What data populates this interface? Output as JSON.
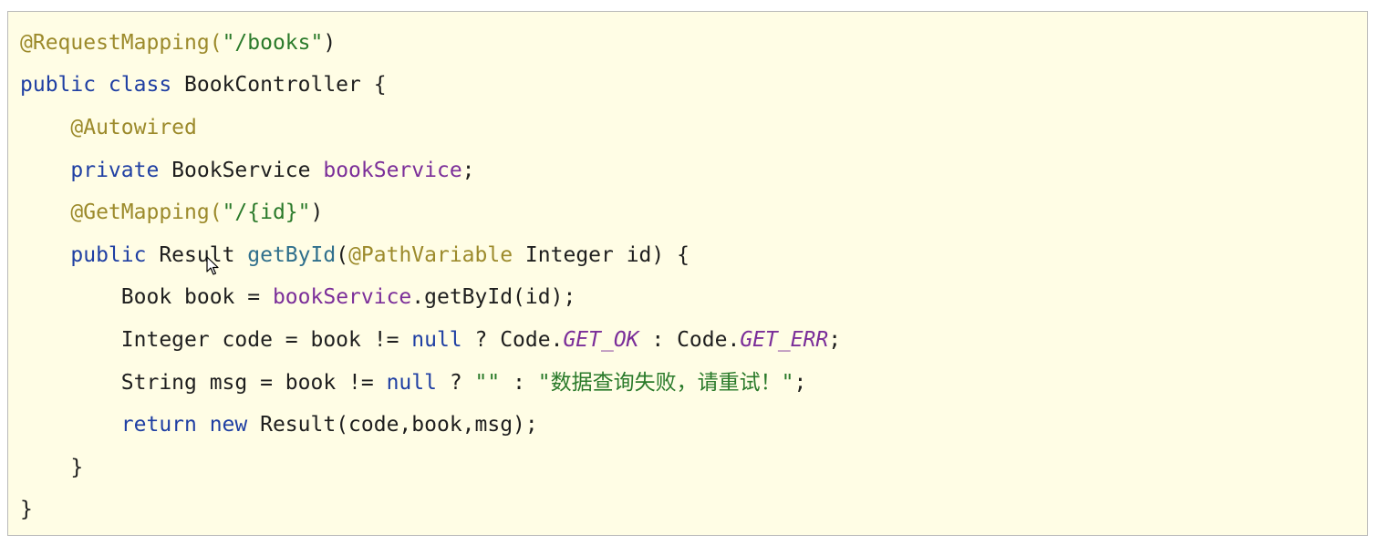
{
  "code": {
    "lines": [
      [
        {
          "t": "@RequestMapping(",
          "c": "ann"
        },
        {
          "t": "\"/books\"",
          "c": "str"
        },
        {
          "t": ")",
          "c": "plain"
        }
      ],
      [
        {
          "t": "public class",
          "c": "kw"
        },
        {
          "t": " BookController {",
          "c": "plain"
        }
      ],
      [
        {
          "t": "    ",
          "c": "plain"
        },
        {
          "t": "@Autowired",
          "c": "ann"
        }
      ],
      [
        {
          "t": "    ",
          "c": "plain"
        },
        {
          "t": "private",
          "c": "kw"
        },
        {
          "t": " BookService ",
          "c": "plain"
        },
        {
          "t": "bookService",
          "c": "fld"
        },
        {
          "t": ";",
          "c": "plain"
        }
      ],
      [
        {
          "t": "    ",
          "c": "plain"
        },
        {
          "t": "@GetMapping(",
          "c": "ann"
        },
        {
          "t": "\"/{id}\"",
          "c": "str"
        },
        {
          "t": ")",
          "c": "plain"
        }
      ],
      [
        {
          "t": "    ",
          "c": "plain"
        },
        {
          "t": "public",
          "c": "kw"
        },
        {
          "t": " Result ",
          "c": "plain"
        },
        {
          "t": "getById",
          "c": "meth"
        },
        {
          "t": "(",
          "c": "plain"
        },
        {
          "t": "@PathVariable",
          "c": "ann"
        },
        {
          "t": " Integer id) {",
          "c": "plain"
        }
      ],
      [
        {
          "t": "        Book book = ",
          "c": "plain"
        },
        {
          "t": "bookService",
          "c": "fld"
        },
        {
          "t": ".getById(id);",
          "c": "plain"
        }
      ],
      [
        {
          "t": "        Integer code = book != ",
          "c": "plain"
        },
        {
          "t": "null",
          "c": "kw"
        },
        {
          "t": " ? Code.",
          "c": "plain"
        },
        {
          "t": "GET_OK",
          "c": "const"
        },
        {
          "t": " : Code.",
          "c": "plain"
        },
        {
          "t": "GET_ERR",
          "c": "const"
        },
        {
          "t": ";",
          "c": "plain"
        }
      ],
      [
        {
          "t": "        String msg = book != ",
          "c": "plain"
        },
        {
          "t": "null",
          "c": "kw"
        },
        {
          "t": " ? ",
          "c": "plain"
        },
        {
          "t": "\"\"",
          "c": "str"
        },
        {
          "t": " : ",
          "c": "plain"
        },
        {
          "t": "\"数据查询失败，请重试！\"",
          "c": "str"
        },
        {
          "t": ";",
          "c": "plain"
        }
      ],
      [
        {
          "t": "        ",
          "c": "plain"
        },
        {
          "t": "return new",
          "c": "kw"
        },
        {
          "t": " Result(code,book,msg);",
          "c": "plain"
        }
      ],
      [
        {
          "t": "    }",
          "c": "plain"
        }
      ],
      [
        {
          "t": "}",
          "c": "plain"
        }
      ]
    ]
  },
  "colors": {
    "background": "#fffde5",
    "annotation": "#9c8a2b",
    "keyword": "#1f3fa3",
    "string": "#2a7a2a",
    "field": "#7b2e99",
    "method": "#2f6f8c",
    "default": "#1e1e1e"
  },
  "cursor": {
    "icon": "mouse-pointer-icon"
  }
}
